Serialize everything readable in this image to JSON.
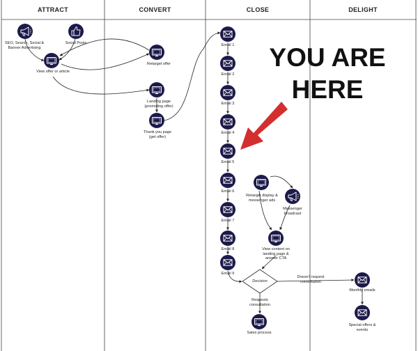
{
  "colors": {
    "node_fill": "#1c1a4a",
    "arrow_red": "#d32f2f",
    "grid_line": "#444444",
    "text": "#222222"
  },
  "headers": {
    "attract": "ATTRACT",
    "convert": "CONVERT",
    "close": "CLOSE",
    "delight": "DELIGHT"
  },
  "callout": "YOU ARE\nHERE",
  "nodes": {
    "seo": {
      "label": "SEO, Search, Social &\nBanner Advertising",
      "icon": "megaphone-icon"
    },
    "social_posts": {
      "label": "Social Posts",
      "icon": "thumbs-up-icon"
    },
    "view_offer": {
      "label": "View offer or article",
      "icon": "monitor-icon"
    },
    "retarget_offer": {
      "label": "Retarget offer",
      "icon": "monitor-icon"
    },
    "landing_page": {
      "label": "Landing page\n(promoting offer)",
      "icon": "monitor-icon"
    },
    "thank_you": {
      "label": "Thank you page\n(get offer)",
      "icon": "monitor-icon"
    },
    "email_1": {
      "label": "Email 1",
      "icon": "envelope-icon"
    },
    "email_2": {
      "label": "Email 2",
      "icon": "envelope-icon"
    },
    "email_3": {
      "label": "Email 3",
      "icon": "envelope-icon"
    },
    "email_4": {
      "label": "Email 4",
      "icon": "envelope-icon"
    },
    "email_5": {
      "label": "Email 5",
      "icon": "envelope-icon"
    },
    "email_6": {
      "label": "Email 6",
      "icon": "envelope-icon"
    },
    "email_7": {
      "label": "Email 7",
      "icon": "envelope-icon"
    },
    "email_8": {
      "label": "Email 8",
      "icon": "envelope-icon"
    },
    "email_9": {
      "label": "Email 9",
      "icon": "envelope-icon"
    },
    "retarget_display": {
      "label": "Retarget display &\nmessenger ads",
      "icon": "monitor-icon"
    },
    "messenger": {
      "label": "Messenger\nbroadcast",
      "icon": "megaphone-icon"
    },
    "view_content": {
      "label": "View content on\nlanding page &\nanswer CTA",
      "icon": "monitor-icon"
    },
    "decision": {
      "label": "Decision",
      "icon": "diamond-icon"
    },
    "sales": {
      "label": "Sales process",
      "icon": "monitor-icon"
    },
    "monthly": {
      "label": "Monthly emails",
      "icon": "envelope-icon"
    },
    "special": {
      "label": "Special offers &\nevents",
      "icon": "envelope-icon"
    }
  },
  "edges": {
    "no_consult": "Doesn't request\nconsultation",
    "consult": "Requests\nconsultation"
  }
}
